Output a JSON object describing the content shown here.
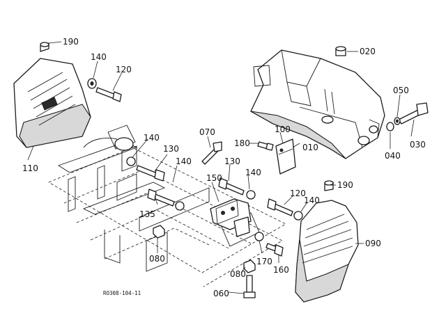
{
  "diagram": {
    "reference_code": "RO308-104-11",
    "callouts": [
      {
        "id": "c190a",
        "label": "190"
      },
      {
        "id": "c140a",
        "label": "140"
      },
      {
        "id": "c120a",
        "label": "120"
      },
      {
        "id": "c020",
        "label": "020"
      },
      {
        "id": "c050",
        "label": "050"
      },
      {
        "id": "c070",
        "label": "070"
      },
      {
        "id": "c140b",
        "label": "140"
      },
      {
        "id": "c130a",
        "label": "130"
      },
      {
        "id": "c140c",
        "label": "140"
      },
      {
        "id": "c180",
        "label": "180"
      },
      {
        "id": "c100",
        "label": "100"
      },
      {
        "id": "c010",
        "label": "010"
      },
      {
        "id": "c040",
        "label": "040"
      },
      {
        "id": "c030",
        "label": "030"
      },
      {
        "id": "c110",
        "label": "110"
      },
      {
        "id": "c130b",
        "label": "130"
      },
      {
        "id": "c140d",
        "label": "140"
      },
      {
        "id": "c150",
        "label": "150"
      },
      {
        "id": "c190b",
        "label": "190"
      },
      {
        "id": "c135",
        "label": "135"
      },
      {
        "id": "c120b",
        "label": "120"
      },
      {
        "id": "c140e",
        "label": "140"
      },
      {
        "id": "c090",
        "label": "090"
      },
      {
        "id": "c080a",
        "label": "080"
      },
      {
        "id": "c170",
        "label": "170"
      },
      {
        "id": "c160",
        "label": "160"
      },
      {
        "id": "c080b",
        "label": "080"
      },
      {
        "id": "c060",
        "label": "060"
      }
    ]
  }
}
